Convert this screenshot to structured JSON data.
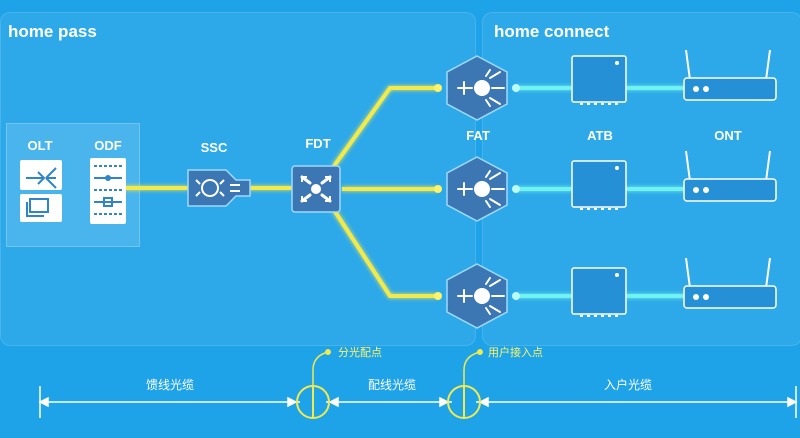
{
  "sections": {
    "home_pass": "home pass",
    "home_connect": "home connect"
  },
  "labels": {
    "olt": "OLT",
    "odf": "ODF",
    "ssc": "SSC",
    "fdt": "FDT",
    "fat": "FAT",
    "atb": "ATB",
    "ont": "ONT"
  },
  "points": {
    "split_point": "分光配点",
    "access_point": "用户接入点"
  },
  "cables": {
    "feeder": "馈线光缆",
    "distribution": "配线光缆",
    "drop": "入户光缆"
  },
  "colors": {
    "background": "#1ea3e8",
    "feeder_line": "#f2e94e",
    "connect_line": "#6ff3ee",
    "node_fill": "#3c77b4",
    "device_fill": "#2690d6"
  }
}
